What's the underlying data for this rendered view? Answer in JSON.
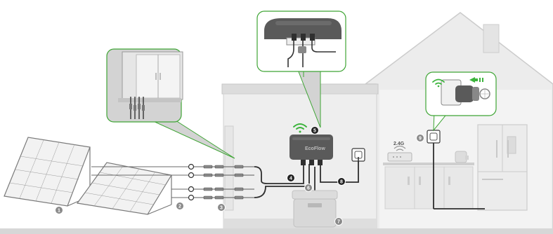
{
  "colors": {
    "background": "#ffffff",
    "house_wall": "#e9e9e9",
    "house_outline": "#cfcfcf",
    "room_wall": "#eeeeee",
    "floor": "#d7d7d7",
    "callout_bg": "#d3d3d3",
    "callout_border": "#3fa535",
    "wifi_green": "#3cb43c",
    "device_dark": "#5a5a5a",
    "cable": "#333333",
    "marker_dark": "#222222",
    "marker_gray": "#8a8a8a"
  },
  "icons": [
    "wifi-icon",
    "solar-panel-icon",
    "microinverter-icon",
    "socket-icon",
    "smart-plug-icon",
    "router-icon",
    "battery-icon",
    "fridge-icon",
    "arrow-down-icon"
  ],
  "markers": [
    {
      "id": "m1",
      "label": "1",
      "style": "gray"
    },
    {
      "id": "m2",
      "label": "2",
      "style": "gray"
    },
    {
      "id": "m3",
      "label": "3",
      "style": "gray"
    },
    {
      "id": "m4",
      "label": "4",
      "style": "dark"
    },
    {
      "id": "m5",
      "label": "5",
      "style": "dark"
    },
    {
      "id": "m6",
      "label": "6",
      "style": "gray"
    },
    {
      "id": "m7",
      "label": "7",
      "style": "gray"
    },
    {
      "id": "m8",
      "label": "8",
      "style": "dark"
    },
    {
      "id": "m9",
      "label": "9",
      "style": "gray"
    }
  ],
  "router_band": "2.4G",
  "device_brand": "EcoFlow"
}
